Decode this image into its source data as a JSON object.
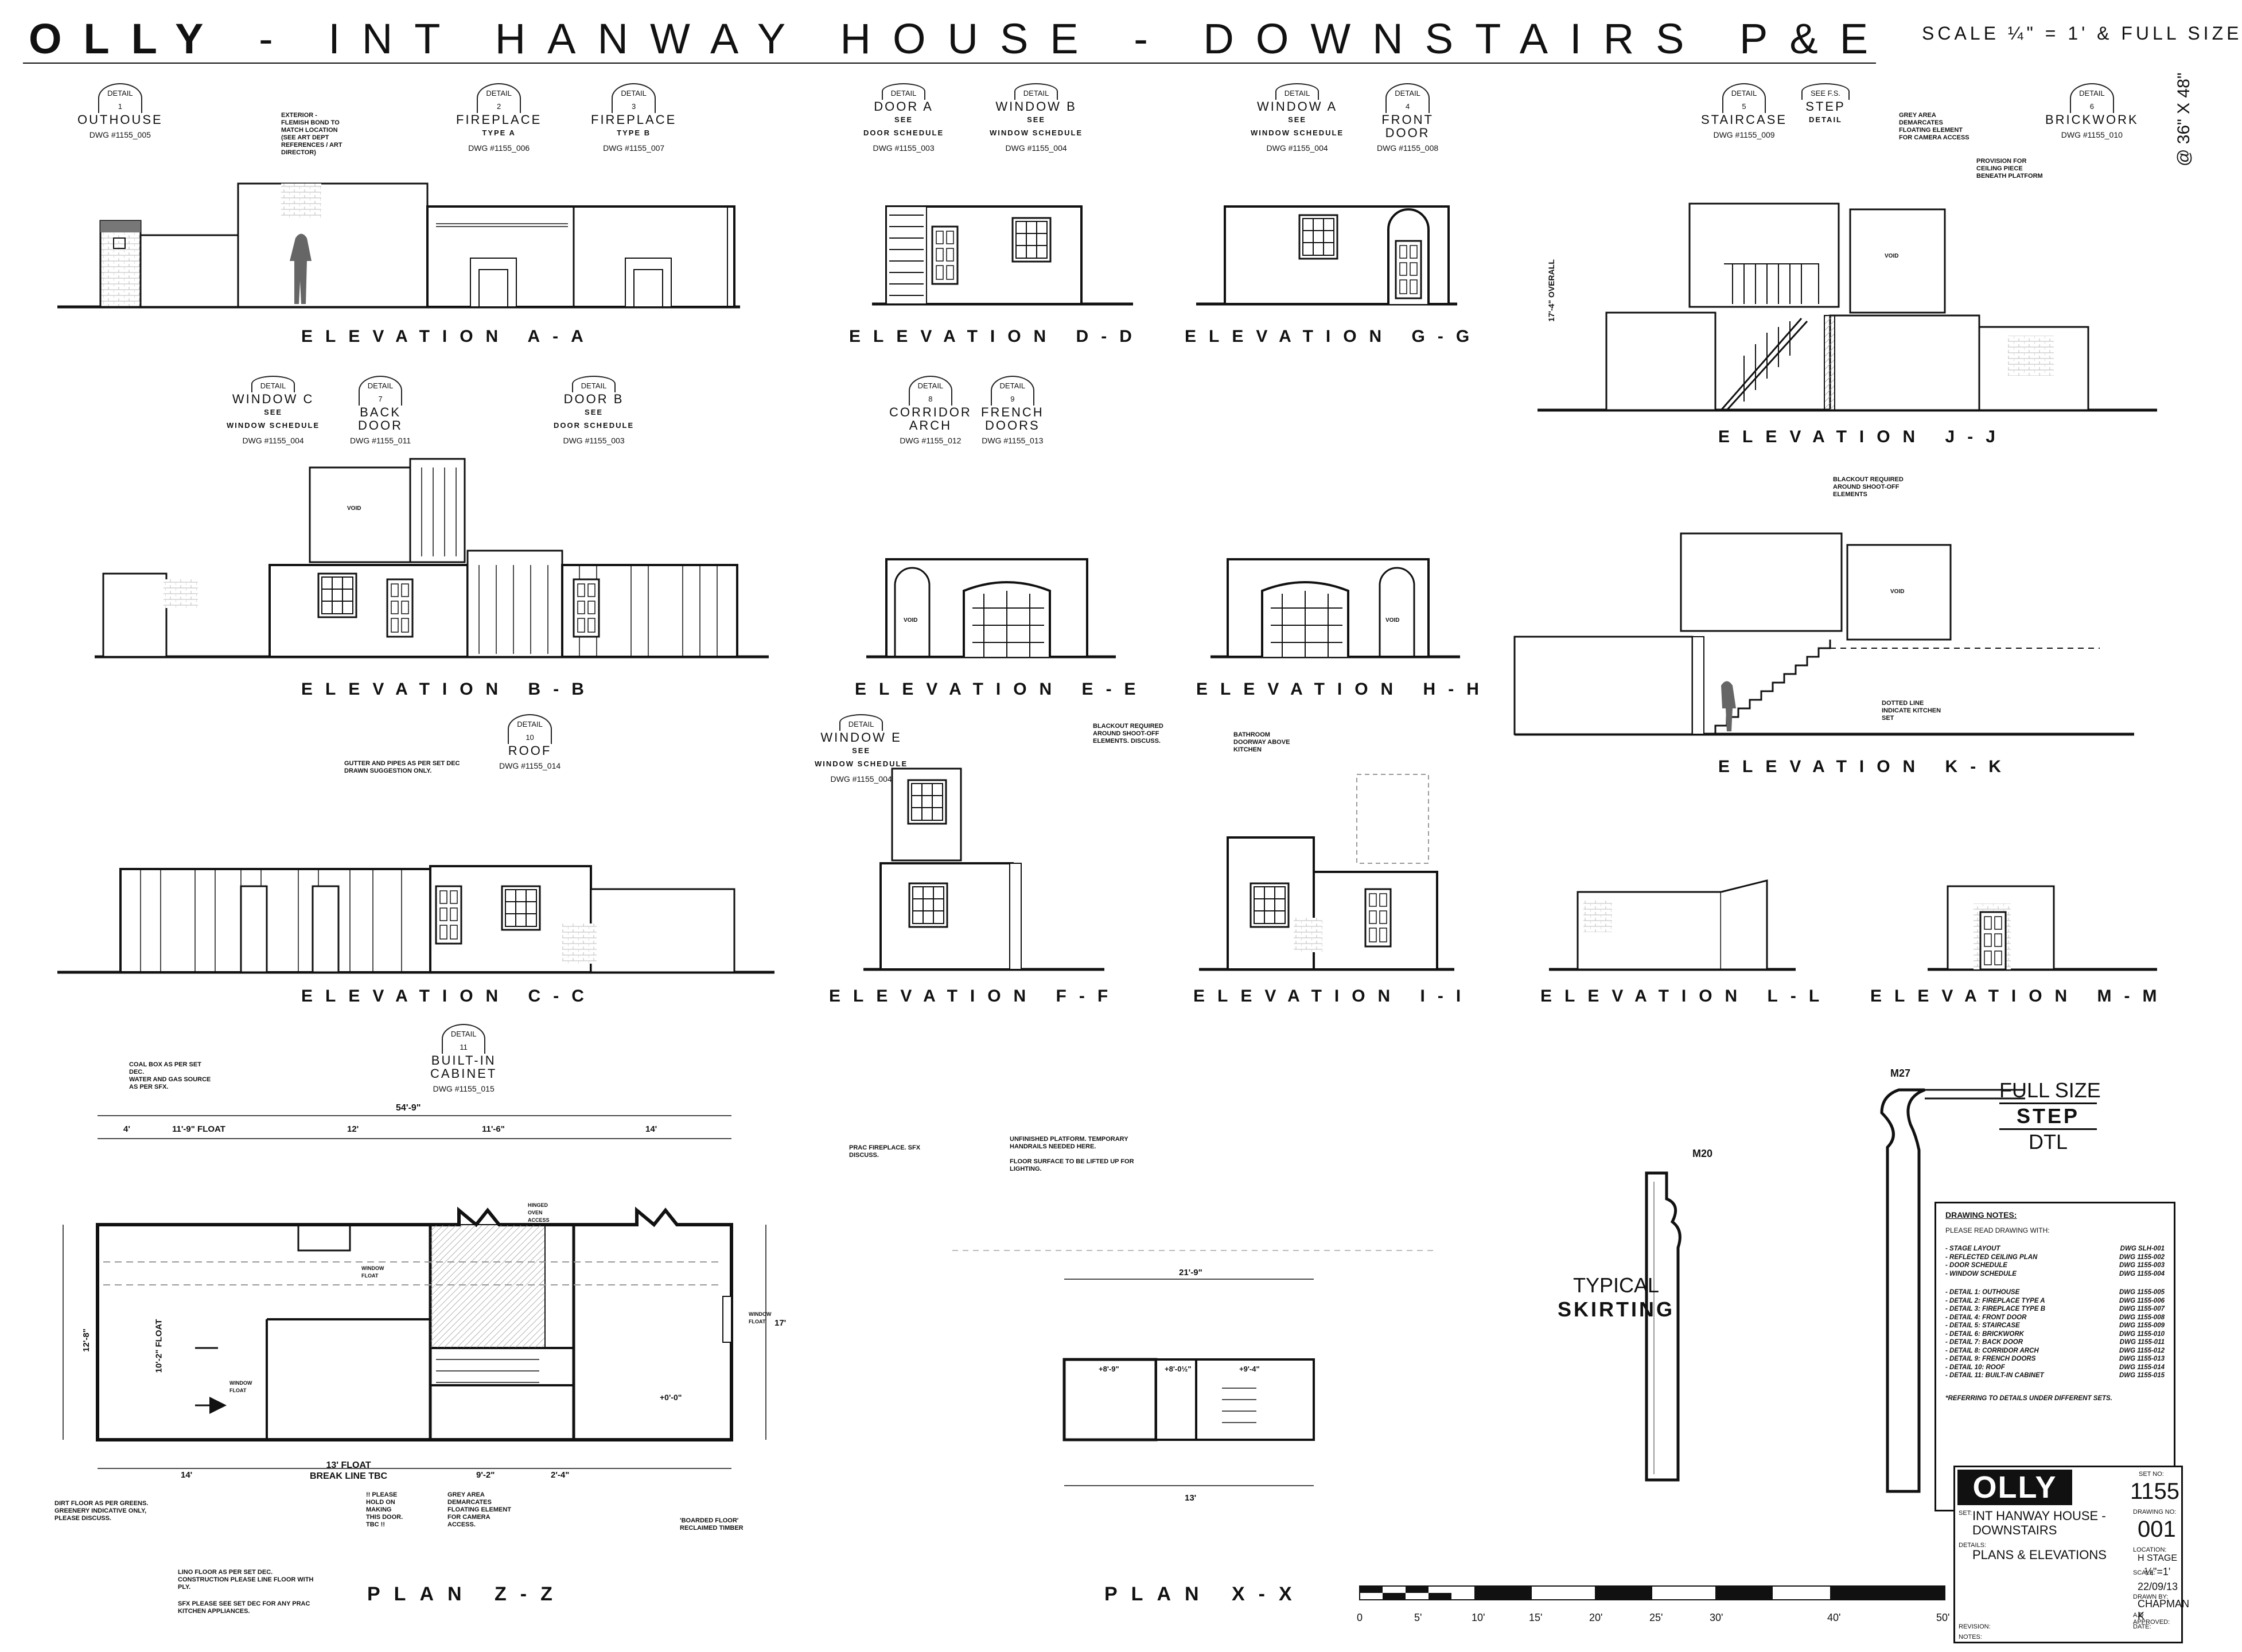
{
  "title": {
    "brand": "OLLY",
    "rest": "- INT HANWAY HOUSE - DOWNSTAIRS P&E"
  },
  "scale_text": "SCALE ¼\" = 1' & FULL SIZE",
  "sheet_size": "@ 36\" X 48\"",
  "elevations": {
    "aa": "ELEVATION A-A",
    "dd": "ELEVATION D-D",
    "gg": "ELEVATION G-G",
    "jj": "ELEVATION J-J",
    "bb": "ELEVATION B-B",
    "ee": "ELEVATION E-E",
    "hh": "ELEVATION H-H",
    "kk": "ELEVATION K-K",
    "cc": "ELEVATION C-C",
    "ff": "ELEVATION F-F",
    "ii": "ELEVATION I-I",
    "ll": "ELEVATION L-L",
    "mm": "ELEVATION M-M"
  },
  "plans": {
    "zz": "PLAN Z-Z",
    "xx": "PLAN X-X"
  },
  "details": {
    "d1": {
      "tag": "DETAIL",
      "num": "1",
      "name": "OUTHOUSE",
      "dwg": "DWG #1155_005"
    },
    "d2": {
      "tag": "DETAIL",
      "num": "2",
      "name": "FIREPLACE",
      "sub": "TYPE A",
      "dwg": "DWG #1155_006"
    },
    "d3": {
      "tag": "DETAIL",
      "num": "3",
      "name": "FIREPLACE",
      "sub": "TYPE B",
      "dwg": "DWG #1155_007"
    },
    "doorA": {
      "tag": "DETAIL",
      "name": "DOOR A",
      "see": "SEE",
      "sub": "DOOR SCHEDULE",
      "dwg": "DWG #1155_003"
    },
    "winB": {
      "tag": "DETAIL",
      "name": "WINDOW B",
      "see": "SEE",
      "sub": "WINDOW SCHEDULE",
      "dwg": "DWG #1155_004"
    },
    "winA": {
      "tag": "DETAIL",
      "name": "WINDOW A",
      "see": "SEE",
      "sub": "WINDOW SCHEDULE",
      "dwg": "DWG #1155_004"
    },
    "d4": {
      "tag": "DETAIL",
      "num": "4",
      "name": "FRONT",
      "name2": "DOOR",
      "dwg": "DWG #1155_008"
    },
    "d5": {
      "tag": "DETAIL",
      "num": "5",
      "name": "STAIRCASE",
      "dwg": "DWG #1155_009"
    },
    "stepfs": {
      "tag": "SEE F.S.",
      "name": "STEP",
      "sub": "DETAIL"
    },
    "d6": {
      "tag": "DETAIL",
      "num": "6",
      "name": "BRICKWORK",
      "dwg": "DWG #1155_010"
    },
    "winC": {
      "tag": "DETAIL",
      "name": "WINDOW C",
      "see": "SEE",
      "sub": "WINDOW SCHEDULE",
      "dwg": "DWG #1155_004"
    },
    "d7": {
      "tag": "DETAIL",
      "num": "7",
      "name": "BACK",
      "name2": "DOOR",
      "dwg": "DWG #1155_011"
    },
    "doorB": {
      "tag": "DETAIL",
      "name": "DOOR B",
      "see": "SEE",
      "sub": "DOOR SCHEDULE",
      "dwg": "DWG #1155_003"
    },
    "d8": {
      "tag": "DETAIL",
      "num": "8",
      "name": "CORRIDOR",
      "name2": "ARCH",
      "dwg": "DWG #1155_012"
    },
    "d9": {
      "tag": "DETAIL",
      "num": "9",
      "name": "FRENCH",
      "name2": "DOORS",
      "dwg": "DWG #1155_013"
    },
    "d10": {
      "tag": "DETAIL",
      "num": "10",
      "name": "ROOF",
      "dwg": "DWG #1155_014"
    },
    "winE": {
      "tag": "DETAIL",
      "name": "WINDOW E",
      "see": "SEE",
      "sub": "WINDOW SCHEDULE",
      "dwg": "DWG #1155_004"
    },
    "d11": {
      "tag": "DETAIL",
      "num": "11",
      "name": "BUILT-IN",
      "name2": "CABINET",
      "dwg": "DWG #1155_015"
    }
  },
  "notes": {
    "exterior": "EXTERIOR -\nFLEMISH BOND TO\nMATCH LOCATION\n(SEE ART DEPT\nREFERENCES / ART\nDIRECTOR)",
    "greyarea_j": "GREY AREA\nDEMARCATES\nFLOATING ELEMENT\nFOR CAMERA ACCESS",
    "ceiling": "PROVISION FOR\nCEILING PIECE\nBENEATH PLATFORM",
    "blackout_k": "BLACKOUT REQUIRED\nAROUND SHOOT-OFF\nELEMENTS",
    "dotted_k": "DOTTED LINE\nINDICATE KITCHEN\nSET",
    "gutter": "GUTTER AND PIPES AS PER SET DEC\nDRAWN SUGGESTION ONLY.",
    "blackout_f": "BLACKOUT REQUIRED\nAROUND SHOOT-OFF\nELEMENTS. DISCUSS.",
    "bathroom": "BATHROOM\nDOORWAY ABOVE\nKITCHEN",
    "coalbox": "COAL BOX AS PER SET\nDEC.\nWATER AND GAS SOURCE\nAS PER SFX.",
    "dirtfloor": "DIRT FLOOR AS PER GREENS.\nGREENERY INDICATIVE ONLY,\nPLEASE DISCUSS.",
    "lino": "LINO FLOOR AS PER SET DEC.\nCONSTRUCTION PLEASE LINE FLOOR WITH\nPLY.",
    "sfx": "SFX PLEASE SEE SET DEC FOR ANY PRAC\nKITCHEN APPLIANCES.",
    "hold": "!! PLEASE\nHOLD ON\nMAKING\nTHIS DOOR.\nTBC !!",
    "greyarea_z": "GREY AREA\nDEMARCATES\nFLOATING ELEMENT\nFOR CAMERA\nACCESS.",
    "boarded": "'BOARDED FLOOR'\nRECLAIMED TIMBER",
    "prac": "PRAC FIREPLACE. SFX\nDISCUSS.",
    "unfinished": "UNFINISHED PLATFORM. TEMPORARY\nHANDRAILS NEEDED HERE.\n\nFLOOR SURFACE TO BE LIFTED UP FOR\nLIGHTING.",
    "breakline": "13' FLOAT\nBREAK LINE TBC",
    "hinged": "HINGED\nOVEN\nACCESS",
    "window_float": "WINDOW\nFLOAT",
    "void": "VOID"
  },
  "step_detail": {
    "line1": "FULL SIZE",
    "line2": "STEP",
    "line3": "DTL",
    "m27": "M27"
  },
  "skirting": {
    "line1": "TYPICAL",
    "line2": "SKIRTING",
    "m20": "M20"
  },
  "drawing_notes": {
    "heading": "DRAWING NOTES:",
    "intro": "PLEASE READ DRAWING WITH:",
    "refs": [
      {
        "item": "- STAGE LAYOUT",
        "dwg": "DWG SLH-001"
      },
      {
        "item": "- REFLECTED CEILING PLAN",
        "dwg": "DWG 1155-002"
      },
      {
        "item": "- DOOR SCHEDULE",
        "dwg": "DWG 1155-003"
      },
      {
        "item": "- WINDOW SCHEDULE",
        "dwg": "DWG 1155-004"
      }
    ],
    "details": [
      {
        "item": "- DETAIL 1: OUTHOUSE",
        "dwg": "DWG 1155-005"
      },
      {
        "item": "- DETAIL 2: FIREPLACE TYPE A",
        "dwg": "DWG 1155-006"
      },
      {
        "item": "- DETAIL 3: FIREPLACE TYPE B",
        "dwg": "DWG 1155-007"
      },
      {
        "item": "- DETAIL 4: FRONT DOOR",
        "dwg": "DWG 1155-008"
      },
      {
        "item": "- DETAIL 5: STAIRCASE",
        "dwg": "DWG 1155-009"
      },
      {
        "item": "- DETAIL 6: BRICKWORK",
        "dwg": "DWG 1155-010"
      },
      {
        "item": "- DETAIL 7: BACK DOOR",
        "dwg": "DWG 1155-011"
      },
      {
        "item": "- DETAIL 8: CORRIDOR ARCH",
        "dwg": "DWG 1155-012"
      },
      {
        "item": "- DETAIL 9: FRENCH DOORS",
        "dwg": "DWG 1155-013"
      },
      {
        "item": "- DETAIL 10: ROOF",
        "dwg": "DWG 1155-014"
      },
      {
        "item": "- DETAIL 11: BUILT-IN CABINET",
        "dwg": "DWG 1155-015"
      }
    ],
    "footnote": "*REFERRING TO DETAILS UNDER DIFFERENT SETS."
  },
  "title_block": {
    "logo": "OLLY",
    "set_no_label": "SET NO:",
    "set_no": "1155",
    "set_label": "SET:",
    "set_name": "INT HANWAY HOUSE - DOWNSTAIRS",
    "drawing_no_label": "DRAWING NO:",
    "drawing_no": "001",
    "details_label": "DETAILS:",
    "details": "PLANS & ELEVATIONS",
    "location_label": "LOCATION:",
    "location": "H STAGE",
    "scale_label": "SCALE:",
    "scale": "¼\"=1'",
    "date": "22/09/13",
    "drawn_by_label": "DRAWN BY:",
    "drawn_by": "CHAPMAN K",
    "approved_label": "A.D APPROVED:",
    "revision_label": "REVISION:",
    "revdate_label": "DATE:",
    "notes_label": "NOTES:"
  },
  "scale_bar": {
    "ticks": [
      "0",
      "5'",
      "10'",
      "15'",
      "20'",
      "25'",
      "30'",
      "40'",
      "50'"
    ]
  },
  "dims": {
    "zz_total": "54'-9\"",
    "zz_top": [
      "4'",
      "11'-9\" FLOAT",
      "12'",
      "11'-6\"",
      "14'"
    ],
    "zz_left": "12'-8\"",
    "zz_float": "10'-2\" FLOAT",
    "zz_right": "17'",
    "zz_bottom": [
      "14'",
      "9'-2\"",
      "2'-4\""
    ],
    "xx_total": "21'-9\"",
    "xx_bottom": "13'",
    "xx_levels": [
      "+8'-9\"",
      "+8'-0½\"",
      "+9'-4\""
    ],
    "zz_level": "+0'-0\"",
    "overall_j": "17'-4\" OVERALL"
  }
}
